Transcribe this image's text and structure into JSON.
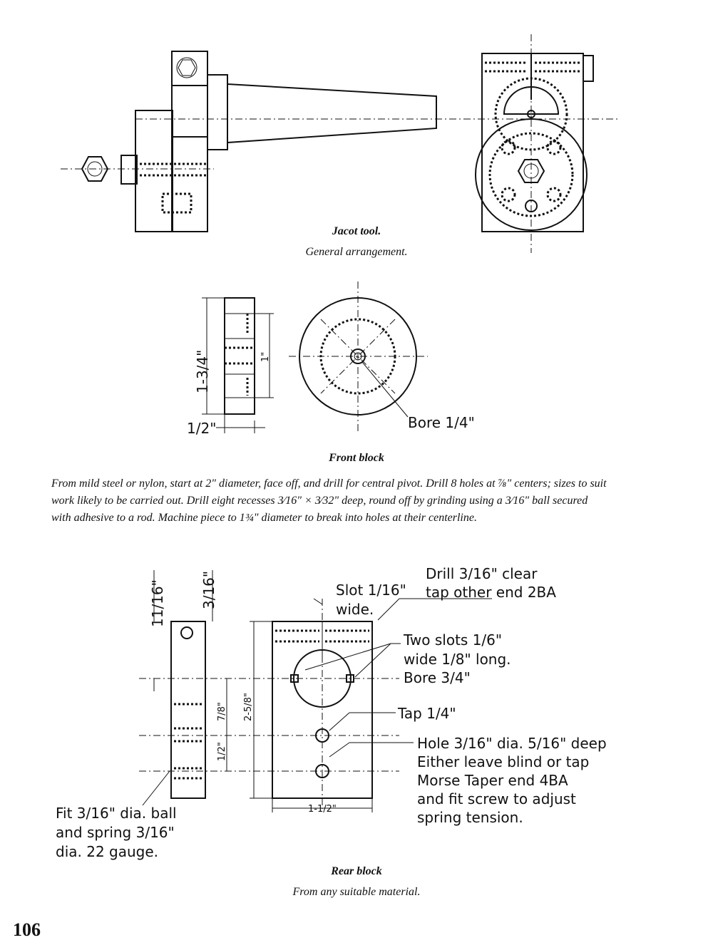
{
  "figures": {
    "jacot": {
      "caption_title": "Jacot tool.",
      "caption_sub": "General arrangement."
    },
    "front": {
      "caption_title": "Front block",
      "dim_height": "1-3/4\"",
      "dim_small": "1\"",
      "dim_width": "1/2\"",
      "bore_label": "Bore 1/4\"",
      "description": "From mild steel or nylon, start at 2\" diameter, face off, and drill for central pivot. Drill 8 holes at ⅞\" centers; sizes to suit work likely to be carried out. Drill eight recesses 3⁄16\" × 3⁄32\" deep, round off by grinding using a 3⁄16\" ball secured with adhesive to a rod. Machine piece to 1¾\" diameter to break into holes at their centerline."
    },
    "rear": {
      "caption_title": "Rear block",
      "caption_sub": "From any suitable material.",
      "dim_11_16": "11/16\"",
      "dim_3_16": "3/16\"",
      "dim_7_8": "7/8\"",
      "dim_1_2": "1/2\"",
      "dim_2_5_8": "2-5/8\"",
      "dim_1_1_2": "1-1/2\"",
      "slot_label": [
        "Slot 1/16\"",
        "wide."
      ],
      "drill_label": [
        "Drill 3/16\" clear",
        "tap other end 2BA"
      ],
      "two_slots_label": [
        "Two slots 1/6\"",
        "wide 1/8\" long.",
        "Bore 3/4\""
      ],
      "tap_label": "Tap 1/4\"",
      "hole_label": [
        "Hole 3/16\" dia. 5/16\" deep",
        "Either leave blind or tap",
        "Morse Taper end 4BA",
        "and fit screw to adjust",
        "spring tension."
      ],
      "fit_label": [
        "Fit 3/16\" dia. ball",
        "and spring 3/16\"",
        "dia. 22 gauge."
      ]
    }
  },
  "page_number": "106"
}
